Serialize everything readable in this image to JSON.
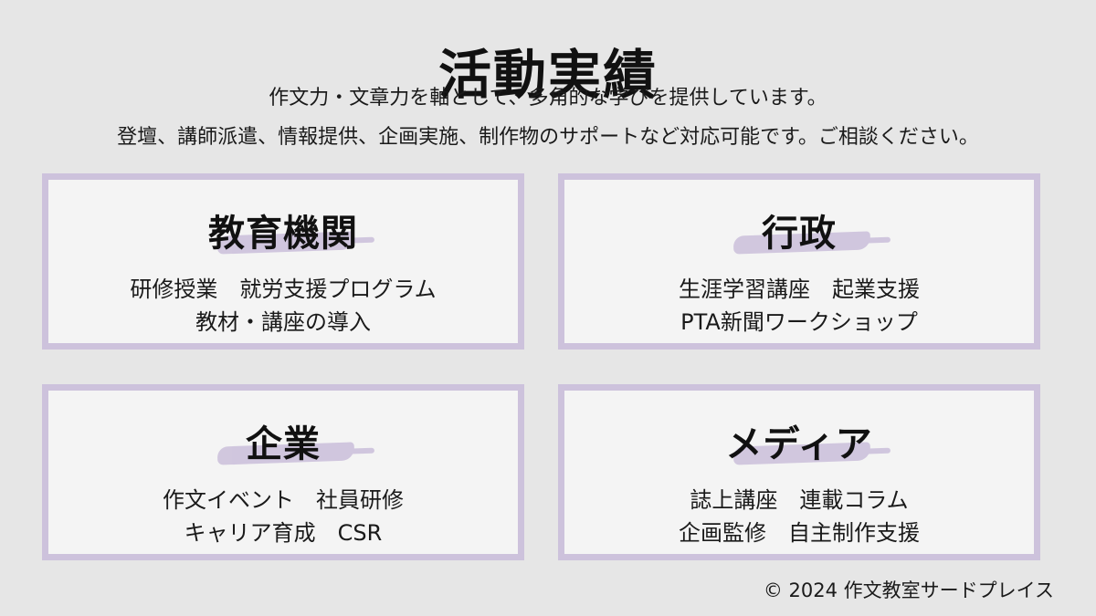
{
  "header": {
    "title": "活動実績",
    "subtitle_line1": "作文力・文章力を軸として、多角的な学びを提供しています。",
    "subtitle_line2": "登壇、講師派遣、情報提供、企画実施、制作物のサポートなど対応可能です。ご相談ください。"
  },
  "cards": [
    {
      "title": "教育機関",
      "line1": "研修授業　就労支援プログラム",
      "line2": "教材・講座の導入"
    },
    {
      "title": "行政",
      "line1": "生涯学習講座　起業支援",
      "line2": "PTA新聞ワークショップ"
    },
    {
      "title": "企業",
      "line1": "作文イベント　社員研修",
      "line2": "キャリア育成　CSR"
    },
    {
      "title": "メディア",
      "line1": "誌上講座　連載コラム",
      "line2": "企画監修　自主制作支援"
    }
  ],
  "footer": {
    "copyright": "© 2024 作文教室サードプレイス"
  },
  "colors": {
    "background": "#e6e6e6",
    "card_background": "#f4f4f4",
    "accent_lavender": "#cdc2dc",
    "text": "#111111"
  }
}
